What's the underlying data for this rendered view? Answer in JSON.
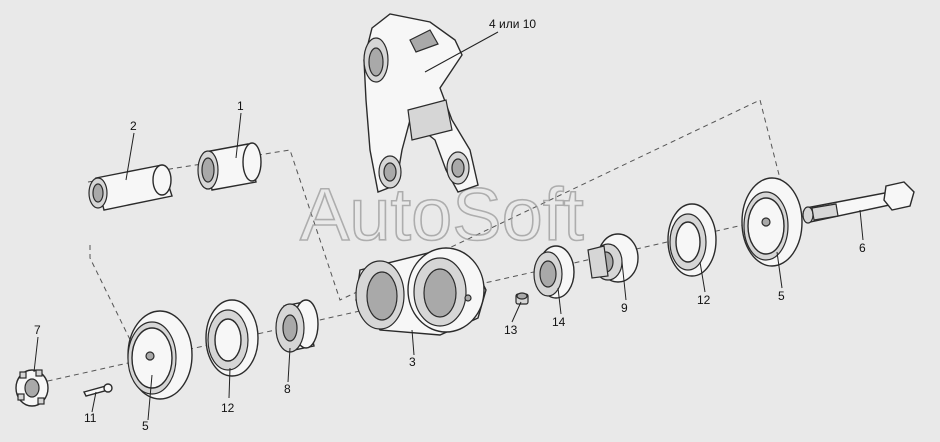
{
  "watermark": "AutoSoft",
  "callouts": {
    "c1": "1",
    "c2": "2",
    "c3": "3",
    "c4": "4 или 10",
    "c5a": "5",
    "c5b": "5",
    "c6": "6",
    "c7": "7",
    "c8": "8",
    "c9": "9",
    "c11": "11",
    "c12a": "12",
    "c12b": "12",
    "c13": "13",
    "c14": "14"
  }
}
